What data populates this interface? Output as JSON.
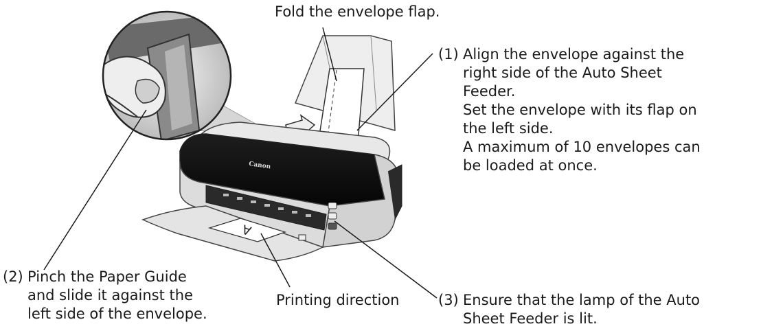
{
  "labels": {
    "fold": "Fold the envelope flap.",
    "step1": {
      "number": "(1)",
      "lines": [
        "Align the envelope against the",
        "right side of the Auto Sheet",
        "Feeder.",
        "Set the envelope with its flap on",
        "the left side.",
        "A maximum of 10 envelopes can",
        "be loaded at once."
      ]
    },
    "step2": {
      "number": "(2)",
      "lines": [
        "Pinch the Paper Guide",
        "and slide it against the",
        "left side of the envelope."
      ]
    },
    "direction": "Printing direction",
    "step3": {
      "number": "(3)",
      "lines": [
        "Ensure that the lamp of the Auto",
        "Sheet Feeder is lit."
      ]
    }
  },
  "illustration": {
    "brand_text": "Canon",
    "paper_letter": "A",
    "colors": {
      "printer_body": "#3a3a3a",
      "printer_front": "#111111",
      "printer_light": "#d8d8d8",
      "line": "#1a1a1a"
    }
  }
}
